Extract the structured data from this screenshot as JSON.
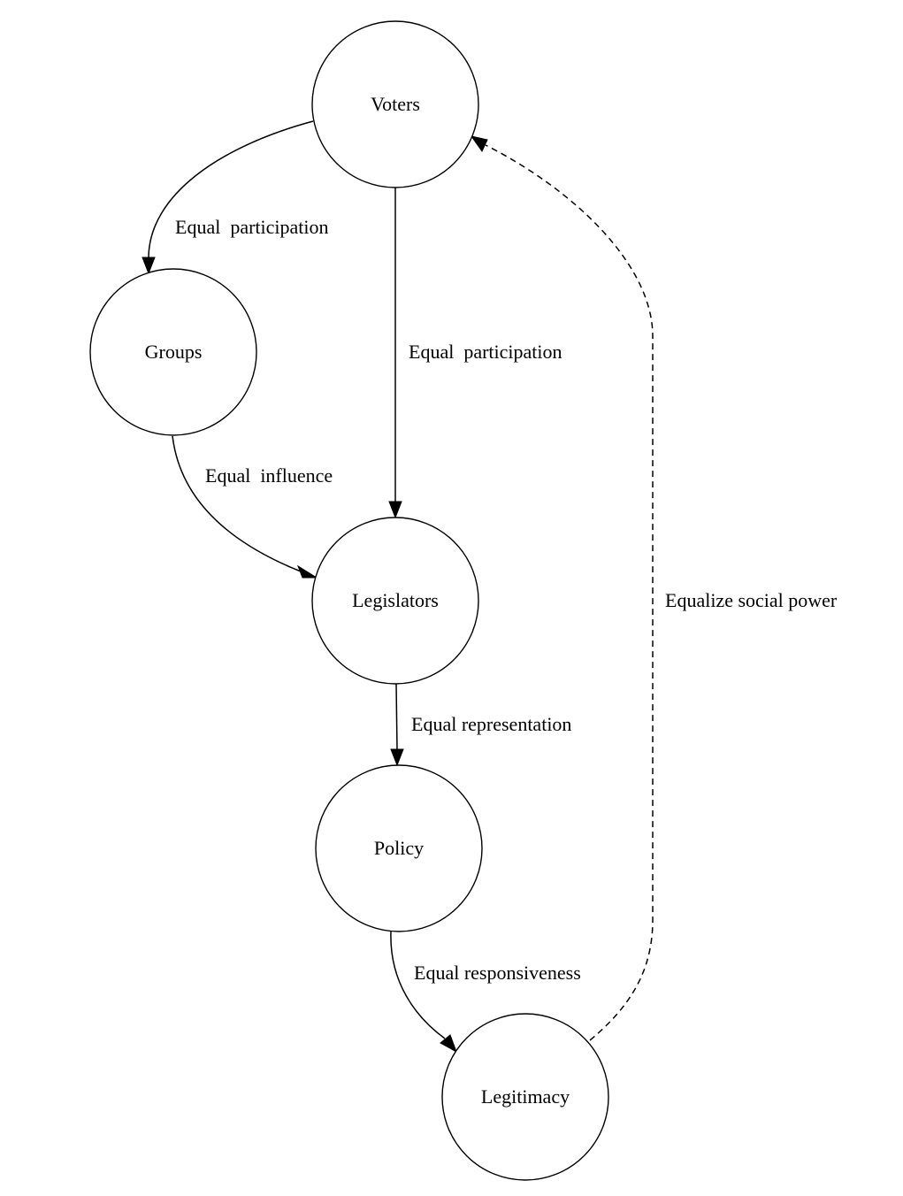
{
  "nodes": {
    "voters": {
      "label": "Voters"
    },
    "groups": {
      "label": "Groups"
    },
    "legislators": {
      "label": "Legislators"
    },
    "policy": {
      "label": "Policy"
    },
    "legitimacy": {
      "label": "Legitimacy"
    }
  },
  "edges": {
    "voters_groups": {
      "from": "Voters",
      "to": "Groups",
      "label": "Equal  participation",
      "style": "solid"
    },
    "voters_legislators": {
      "from": "Voters",
      "to": "Legislators",
      "label": "Equal  participation",
      "style": "solid"
    },
    "groups_legislators": {
      "from": "Groups",
      "to": "Legislators",
      "label": "Equal  influence",
      "style": "solid"
    },
    "legislators_policy": {
      "from": "Legislators",
      "to": "Policy",
      "label": "Equal representation",
      "style": "solid"
    },
    "policy_legitimacy": {
      "from": "Policy",
      "to": "Legitimacy",
      "label": "Equal responsiveness",
      "style": "solid"
    },
    "legitimacy_voters": {
      "from": "Legitimacy",
      "to": "Voters",
      "label": "Equalize social power",
      "style": "dashed"
    }
  }
}
